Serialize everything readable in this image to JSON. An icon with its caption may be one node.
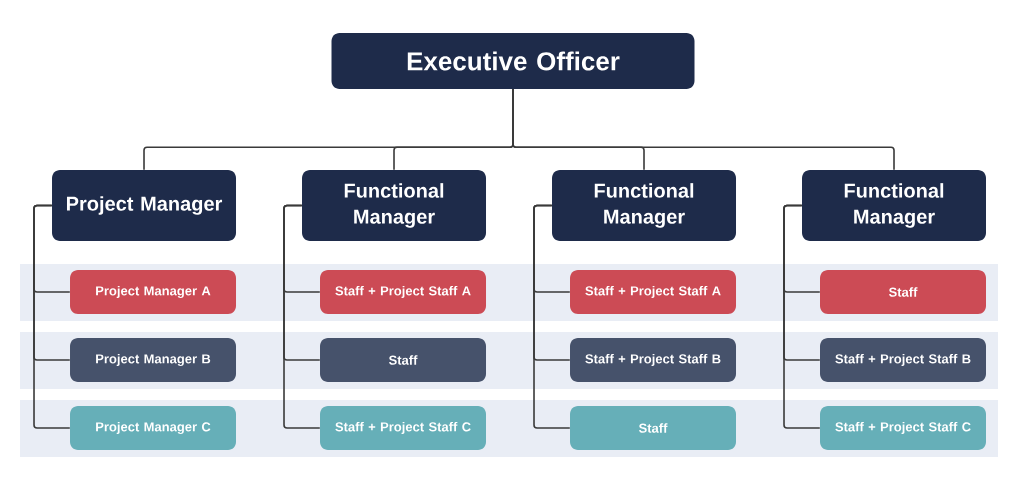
{
  "diagram": {
    "nodes": [
      {
        "text": [
          "Executive Officer"
        ]
      },
      {
        "text": [
          "Project Manager"
        ]
      },
      {
        "text": [
          "Functional Manager"
        ]
      },
      {
        "text": [
          "Functional Manager"
        ]
      },
      {
        "text": [
          "Functional Manager"
        ]
      },
      {
        "text": [
          "Project Manager A"
        ]
      },
      {
        "text": [
          "Project Manager B"
        ]
      },
      {
        "text": [
          "Project Manager C"
        ]
      },
      {
        "text": [
          "Staff + Project Staff A"
        ]
      },
      {
        "text": [
          "Staff"
        ]
      },
      {
        "text": [
          "Staff + Project Staff C"
        ]
      },
      {
        "text": [
          "Staff + Project Staff A"
        ]
      },
      {
        "text": [
          "Staff + Project Staff B"
        ]
      },
      {
        "text": [
          "Staff"
        ]
      },
      {
        "text": [
          "Staff"
        ]
      },
      {
        "text": [
          "Staff + Project Staff B"
        ]
      },
      {
        "text": [
          "Staff + Project Staff C"
        ]
      }
    ],
    "edges": [
      {
        "from": 0,
        "to": 1,
        "arrow": "none"
      },
      {
        "from": 0,
        "to": 2,
        "arrow": "none"
      },
      {
        "from": 0,
        "to": 3,
        "arrow": "none"
      },
      {
        "from": 0,
        "to": 4,
        "arrow": "none"
      },
      {
        "from": 1,
        "to": 5,
        "arrow": "none"
      },
      {
        "from": 1,
        "to": 6,
        "arrow": "none"
      },
      {
        "from": 1,
        "to": 7,
        "arrow": "none"
      },
      {
        "from": 2,
        "to": 8,
        "arrow": "none"
      },
      {
        "from": 2,
        "to": 9,
        "arrow": "none"
      },
      {
        "from": 2,
        "to": 10,
        "arrow": "none"
      },
      {
        "from": 3,
        "to": 11,
        "arrow": "none"
      },
      {
        "from": 3,
        "to": 12,
        "arrow": "none"
      },
      {
        "from": 3,
        "to": 13,
        "arrow": "none"
      },
      {
        "from": 4,
        "to": 14,
        "arrow": "none"
      },
      {
        "from": 4,
        "to": 15,
        "arrow": "none"
      },
      {
        "from": 4,
        "to": 16,
        "arrow": "none"
      }
    ]
  }
}
